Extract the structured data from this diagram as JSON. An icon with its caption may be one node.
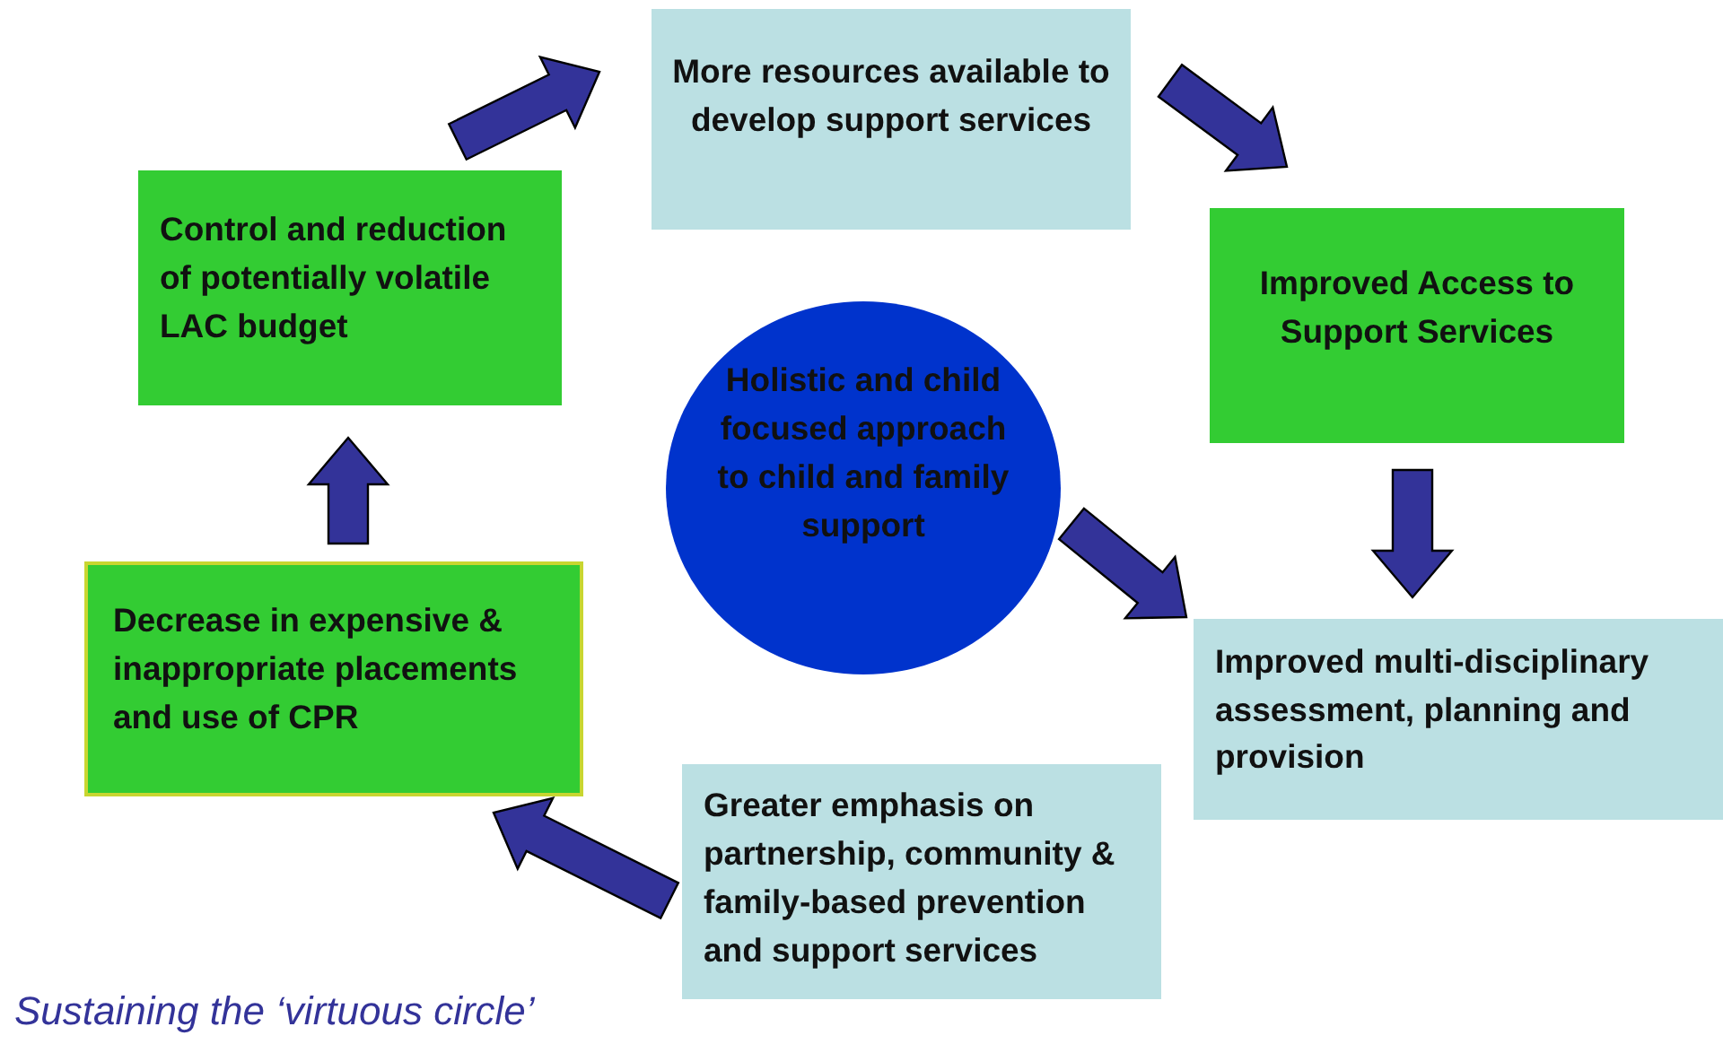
{
  "diagram": {
    "caption": "Sustaining the ‘virtuous circle’",
    "nodes": [
      {
        "text": [
          "Control and reduction of potentially volatile LAC budget"
        ]
      },
      {
        "text": [
          "More resources available to develop support services"
        ]
      },
      {
        "text": [
          "Improved Access to Support Services"
        ]
      },
      {
        "text": [
          "Holistic and child focused approach to child and family support"
        ]
      },
      {
        "text": [
          "Improved multi-disciplinary assessment, planning and provision"
        ]
      },
      {
        "text": [
          "Greater emphasis on partnership, community & family-based prevention and support services"
        ]
      },
      {
        "text": [
          "Decrease in expensive & inappropriate placements and use of CPR"
        ]
      }
    ],
    "edges": [
      {
        "from": 0,
        "to": 1,
        "arrow": "to",
        "style": "thick"
      },
      {
        "from": 1,
        "to": 2,
        "arrow": "to",
        "style": "thick"
      },
      {
        "from": 2,
        "to": 4,
        "arrow": "to",
        "style": "thick"
      },
      {
        "from": 3,
        "to": 4,
        "arrow": "to",
        "style": "thick"
      },
      {
        "from": 5,
        "to": 6,
        "arrow": "to",
        "style": "thick"
      },
      {
        "from": 6,
        "to": 0,
        "arrow": "to",
        "style": "thick"
      }
    ]
  }
}
